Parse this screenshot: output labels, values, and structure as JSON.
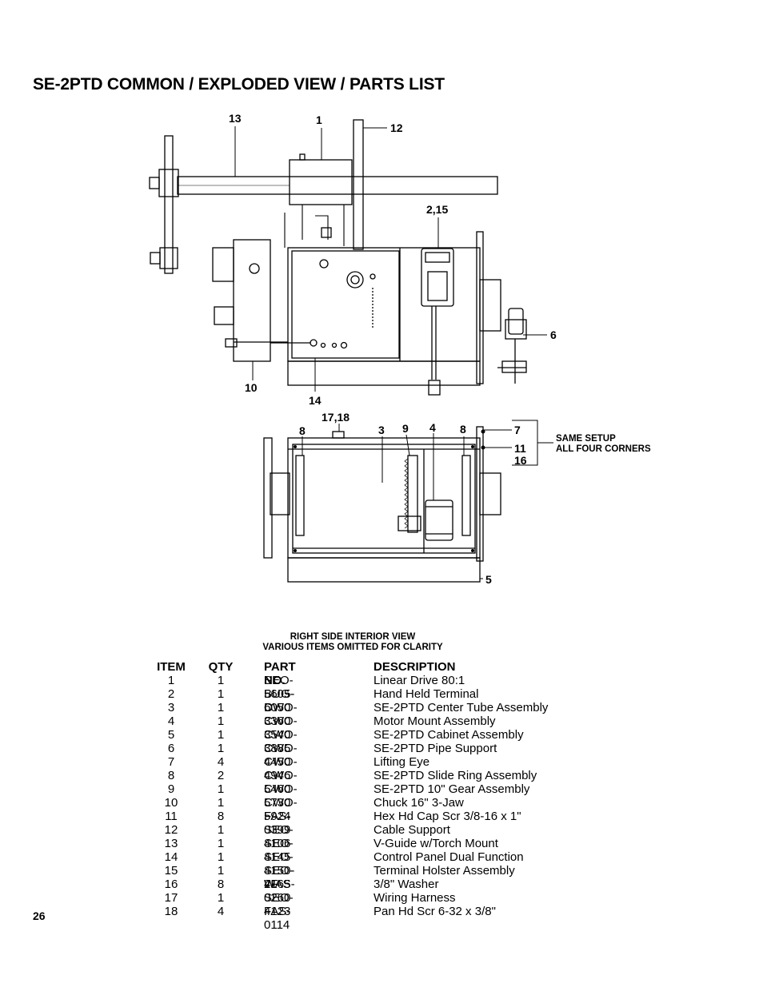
{
  "page": {
    "title": "SE-2PTD COMMON / EXPLODED VIEW / PARTS LIST",
    "page_number": "26"
  },
  "callouts": {
    "top_view": [
      "13",
      "1",
      "12",
      "2,15",
      "6",
      "10",
      "14"
    ],
    "side_view": [
      "17,18",
      "8",
      "3",
      "9",
      "4",
      "8",
      "7",
      "11",
      "16",
      "5"
    ]
  },
  "notes": {
    "same_setup_line1": "SAME SETUP",
    "same_setup_line2": "ALL FOUR CORNERS"
  },
  "caption": {
    "line1": "RIGHT SIDE INTERIOR VIEW",
    "line2": "VARIOUS ITEMS OMITTED FOR CLARITY"
  },
  "parts_list": {
    "headers": {
      "item": "ITEM",
      "qty": "QTY",
      "part_no": "PART NO.",
      "description": "DESCRIPTION"
    },
    "rows": [
      {
        "item": "1",
        "qty": "1",
        "part_no": "SEO-5605-D",
        "description": "Linear Drive 80:1"
      },
      {
        "item": "2",
        "qty": "1",
        "part_no": "BUG-6050",
        "description": "Hand Held Terminal"
      },
      {
        "item": "3",
        "qty": "1",
        "part_no": "CWO-3360",
        "description": "SE-2PTD Center Tube Assembly"
      },
      {
        "item": "4",
        "qty": "1",
        "part_no": "CWO-3540",
        "description": "Motor Mount Assembly"
      },
      {
        "item": "5",
        "qty": "1",
        "part_no": "CWO-3885",
        "description": "SE-2PTD Cabinet Assembly"
      },
      {
        "item": "6",
        "qty": "1",
        "part_no": "CWO-4450",
        "description": "SE-2PTD Pipe Support"
      },
      {
        "item": "7",
        "qty": "4",
        "part_no": "CWO-4946",
        "description": "Lifting Eye"
      },
      {
        "item": "8",
        "qty": "2",
        "part_no": "CWO-5460",
        "description": "SE-2PTD Slide Ring Assembly"
      },
      {
        "item": "9",
        "qty": "1",
        "part_no": "CWO-5730",
        "description": "SE-2PTD 10\" Gear Assembly"
      },
      {
        "item": "10",
        "qty": "1",
        "part_no": "CWO-5924",
        "description": "Chuck 16\" 3-Jaw"
      },
      {
        "item": "11",
        "qty": "8",
        "part_no": "FAS-0399",
        "description": "Hex Hd Cap Scr 3/8-16 x 1\""
      },
      {
        "item": "12",
        "qty": "1",
        "part_no": "SEO-4106",
        "description": "Cable Support"
      },
      {
        "item": "13",
        "qty": "1",
        "part_no": "SEO-4145",
        "description": "V-Guide w/Torch Mount"
      },
      {
        "item": "14",
        "qty": "1",
        "part_no": "SEO-4150-2F",
        "description": "Control Panel Dual Function"
      },
      {
        "item": "15",
        "qty": "1",
        "part_no": "SEO-4165",
        "description": "Terminal Holster Assembly"
      },
      {
        "item": "16",
        "qty": "8",
        "part_no": "WAS-0260",
        "description": "3/8\" Washer"
      },
      {
        "item": "17",
        "qty": "1",
        "part_no": "SEO-4123",
        "description": "Wiring Harness"
      },
      {
        "item": "18",
        "qty": "4",
        "part_no": "FAS-0114",
        "description": "Pan Hd Scr 6-32 x 3/8\""
      }
    ]
  }
}
